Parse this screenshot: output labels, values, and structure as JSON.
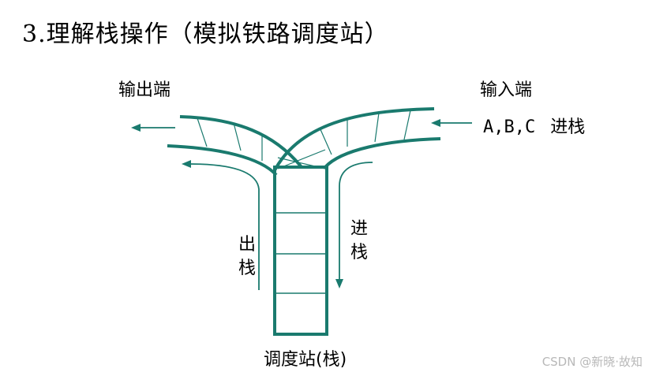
{
  "title": "3.理解栈操作（模拟铁路调度站）",
  "labels": {
    "output_end": "输出端",
    "input_end": "输入端",
    "input_items": "A,B,C",
    "push_inline": "进栈",
    "pop_vertical": "出栈",
    "push_vertical": "进栈",
    "station": "调度站(栈)"
  },
  "watermark": "CSDN @新晓·故知",
  "colors": {
    "track": "#1a7a6e",
    "text": "#000000",
    "watermark": "#b8b8b8"
  },
  "icons": [
    "arrow-left-icon",
    "arrow-right-icon",
    "arrow-down-icon",
    "arrow-curve-left-icon"
  ]
}
